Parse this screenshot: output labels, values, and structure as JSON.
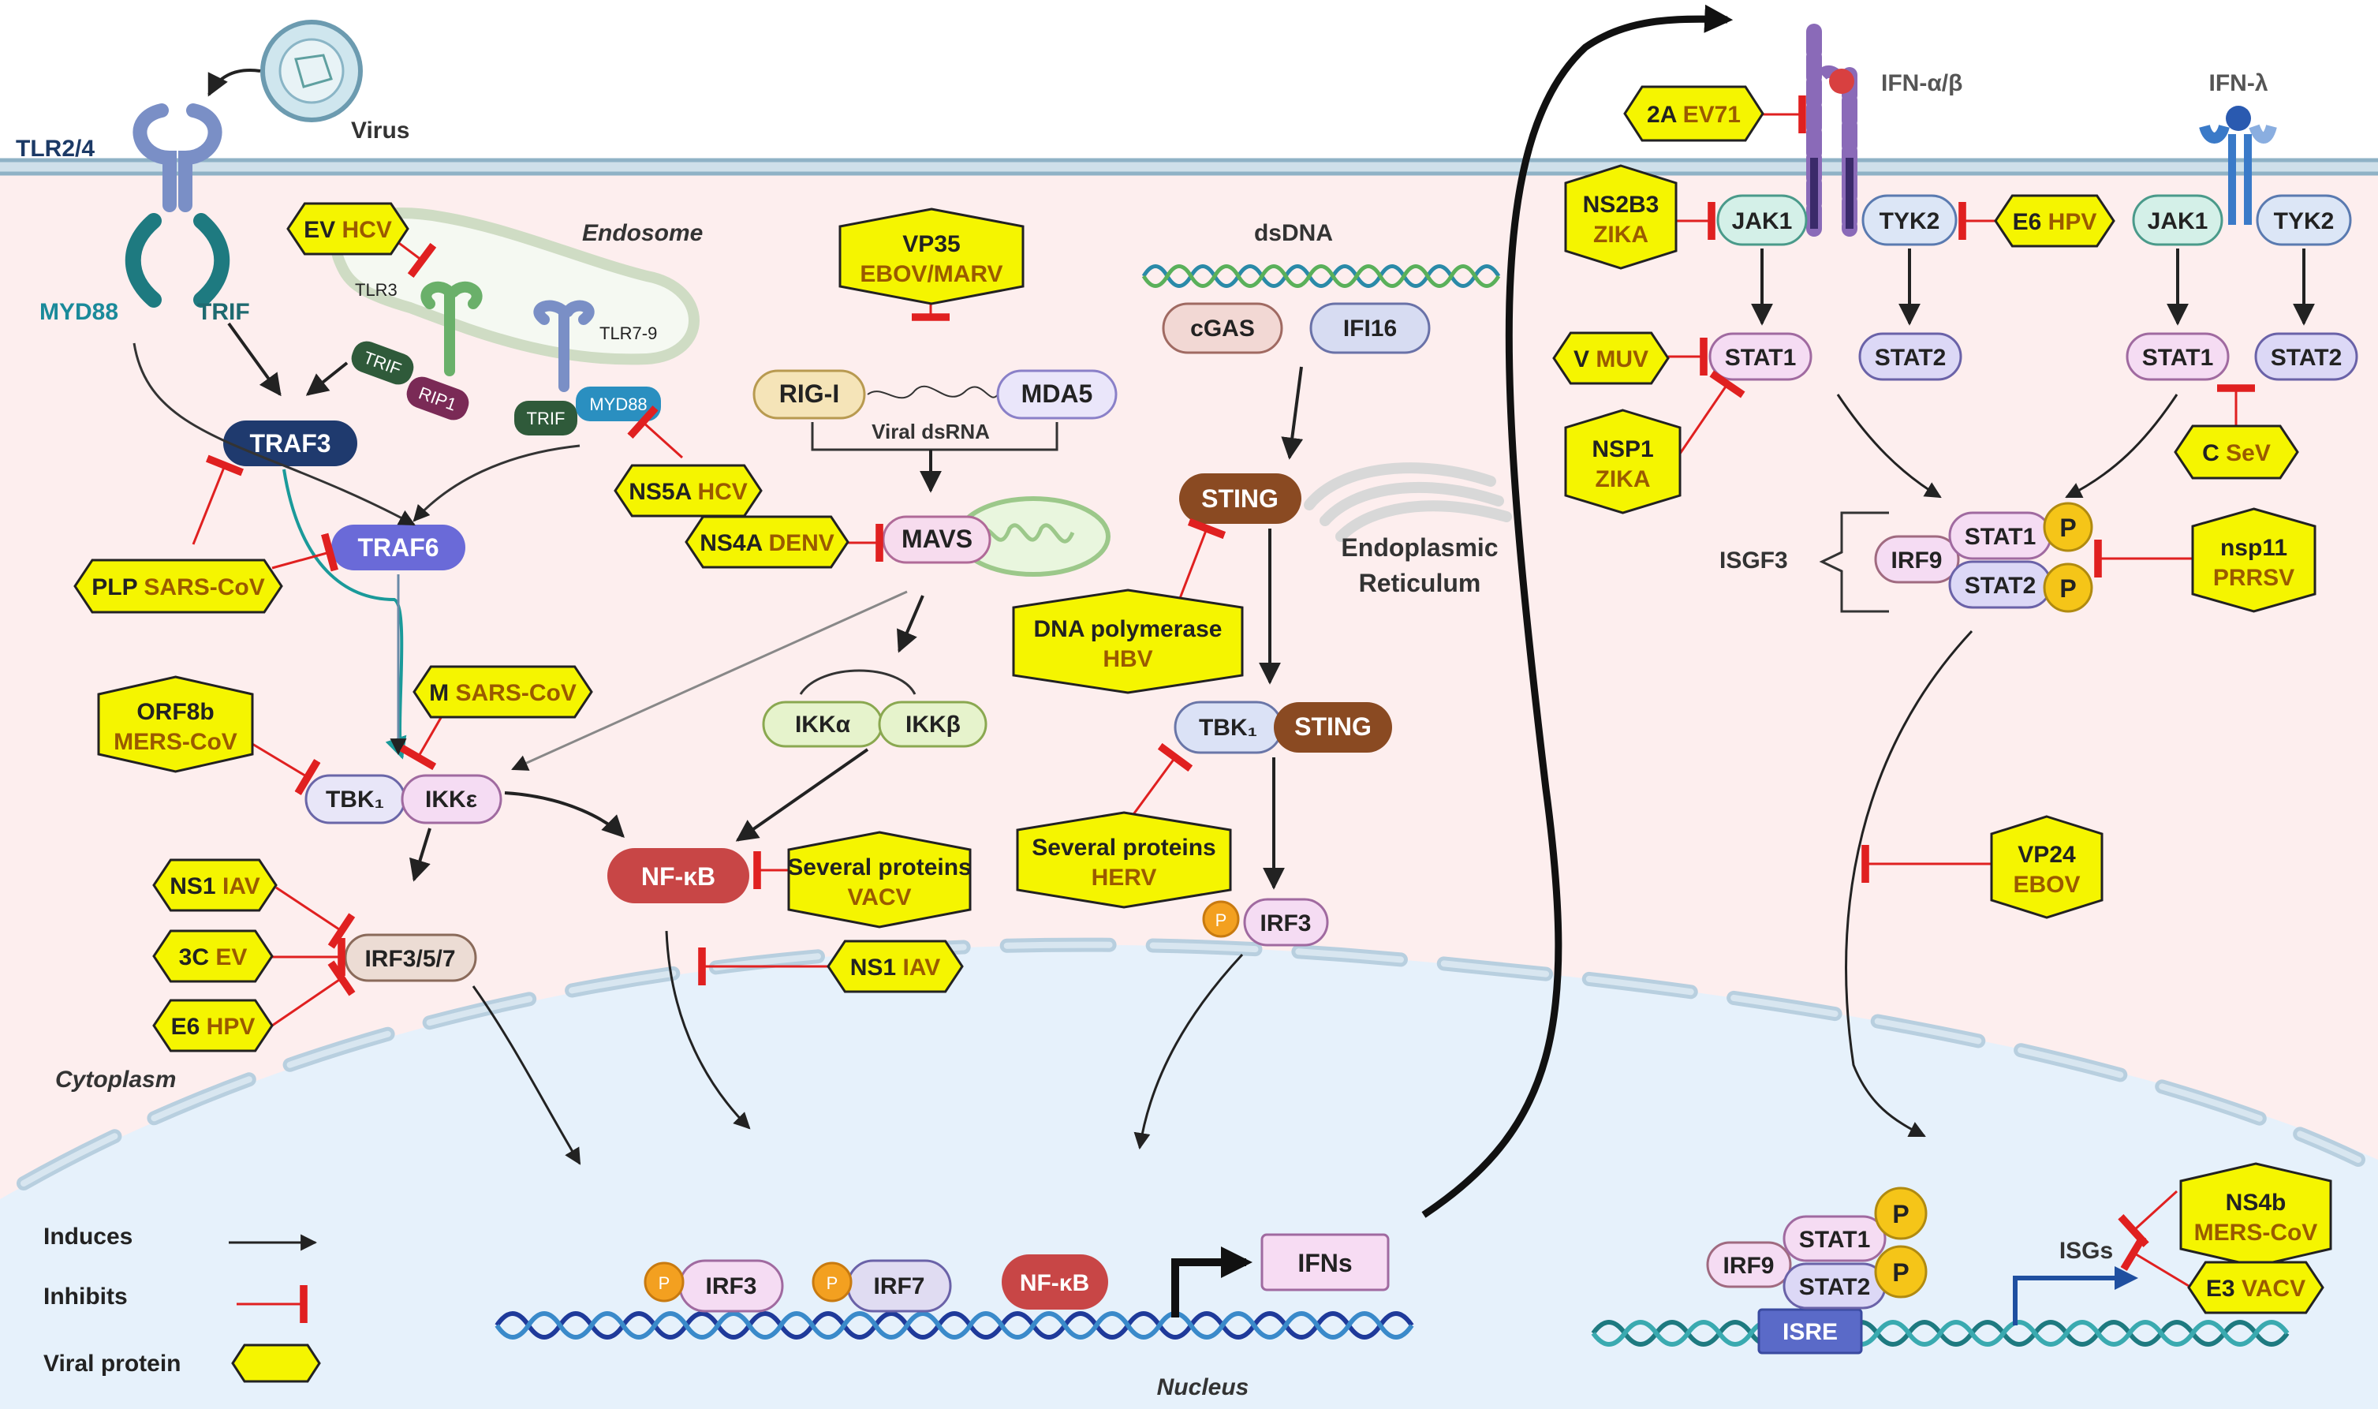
{
  "colors": {
    "cytoplasm_bg": "#fdeeee",
    "nucleus_bg": "#e6f1fb",
    "viral_fill": "#f5f500",
    "inhibit": "#e02020",
    "activate": "#222222",
    "virus_name": "#9a5a00",
    "membrane": "#a9c7d8"
  },
  "labels": {
    "virus": "Virus",
    "tlr24": "TLR2/4",
    "myd88": "MYD88",
    "trif": "TRIF",
    "endosome": "Endosome",
    "tlr3": "TLR3",
    "tlr79": "TLR7-9",
    "cytoplasm": "Cytoplasm",
    "nucleus": "Nucleus",
    "dsdna": "dsDNA",
    "viral_dsrna": "Viral dsRNA",
    "er": "Endoplasmic",
    "er2": "Reticulum",
    "ifn_ab": "IFN-α/β",
    "ifn_l": "IFN-λ",
    "isgf3": "ISGF3",
    "isgs": "ISGs",
    "p": "P"
  },
  "nodes": {
    "traf3": "TRAF3",
    "traf6": "TRAF6",
    "trif_endo": "TRIF",
    "rip1": "RIP1",
    "trif_tlr7": "TRIF",
    "myd88_tlr7": "MYD88",
    "rigi": "RIG-I",
    "mda5": "MDA5",
    "mavs": "MAVS",
    "ikka": "IKKα",
    "ikkb": "IKKβ",
    "tbk1": "TBK₁",
    "ikke": "IKKε",
    "irf357": "IRF3/5/7",
    "nfkb": "NF-κB",
    "cgas": "cGAS",
    "ifi16": "IFI16",
    "sting": "STING",
    "tbk1_sting": "TBK₁",
    "sting2": "STING",
    "irf3_cyto": "IRF3",
    "irf3_nuc": "IRF3",
    "irf7_nuc": "IRF7",
    "nfkb_nuc": "NF-κB",
    "ifns": "IFNs",
    "jak1_a": "JAK1",
    "tyk2_a": "TYK2",
    "jak1_b": "JAK1",
    "tyk2_b": "TYK2",
    "stat1_a": "STAT1",
    "stat2_a": "STAT2",
    "stat1_b": "STAT1",
    "stat2_b": "STAT2",
    "irf9_isgf3": "IRF9",
    "stat1_isgf3": "STAT1",
    "stat2_isgf3": "STAT2",
    "irf9_nuc": "IRF9",
    "stat1_nuc": "STAT1",
    "stat2_nuc": "STAT2",
    "isre": "ISRE"
  },
  "viral_proteins": {
    "ev_hcv": {
      "protein": "EV",
      "virus": "HCV"
    },
    "vp35": {
      "protein": "VP35",
      "virus": "EBOV/MARV"
    },
    "ns5a": {
      "protein": "NS5A",
      "virus": "HCV"
    },
    "ns4a": {
      "protein": "NS4A",
      "virus": "DENV"
    },
    "plp": {
      "protein": "PLP",
      "virus": "SARS-CoV"
    },
    "orf8b": {
      "protein": "ORF8b",
      "virus": "MERS-CoV"
    },
    "m_sars": {
      "protein": "M",
      "virus": "SARS-CoV"
    },
    "ns1_a": {
      "protein": "NS1",
      "virus": "IAV"
    },
    "c3_ev": {
      "protein": "3C",
      "virus": "EV"
    },
    "e6_hpv_a": {
      "protein": "E6",
      "virus": "HPV"
    },
    "several_vacv": {
      "protein": "Several proteins",
      "virus": "VACV"
    },
    "ns1_b": {
      "protein": "NS1",
      "virus": "IAV"
    },
    "dna_pol": {
      "protein": "DNA polymerase",
      "virus": "HBV"
    },
    "several_herv": {
      "protein": "Several proteins",
      "virus": "HERV"
    },
    "ev71": {
      "protein": "2A",
      "virus": "EV71"
    },
    "ns2b3": {
      "protein": "NS2B3",
      "virus": "ZIKA"
    },
    "e6_hpv_b": {
      "protein": "E6",
      "virus": "HPV"
    },
    "v_muv": {
      "protein": "V",
      "virus": "MUV"
    },
    "nsp1": {
      "protein": "NSP1",
      "virus": "ZIKA"
    },
    "c_sev": {
      "protein": "C",
      "virus": "SeV"
    },
    "nsp11": {
      "protein": "nsp11",
      "virus": "PRRSV"
    },
    "vp24": {
      "protein": "VP24",
      "virus": "EBOV"
    },
    "ns4b": {
      "protein": "NS4b",
      "virus": "MERS-CoV"
    },
    "e3_vacv": {
      "protein": "E3",
      "virus": "VACV"
    }
  },
  "legend": {
    "induces": "Induces",
    "inhibits": "Inhibits",
    "viral_protein": "Viral protein"
  }
}
